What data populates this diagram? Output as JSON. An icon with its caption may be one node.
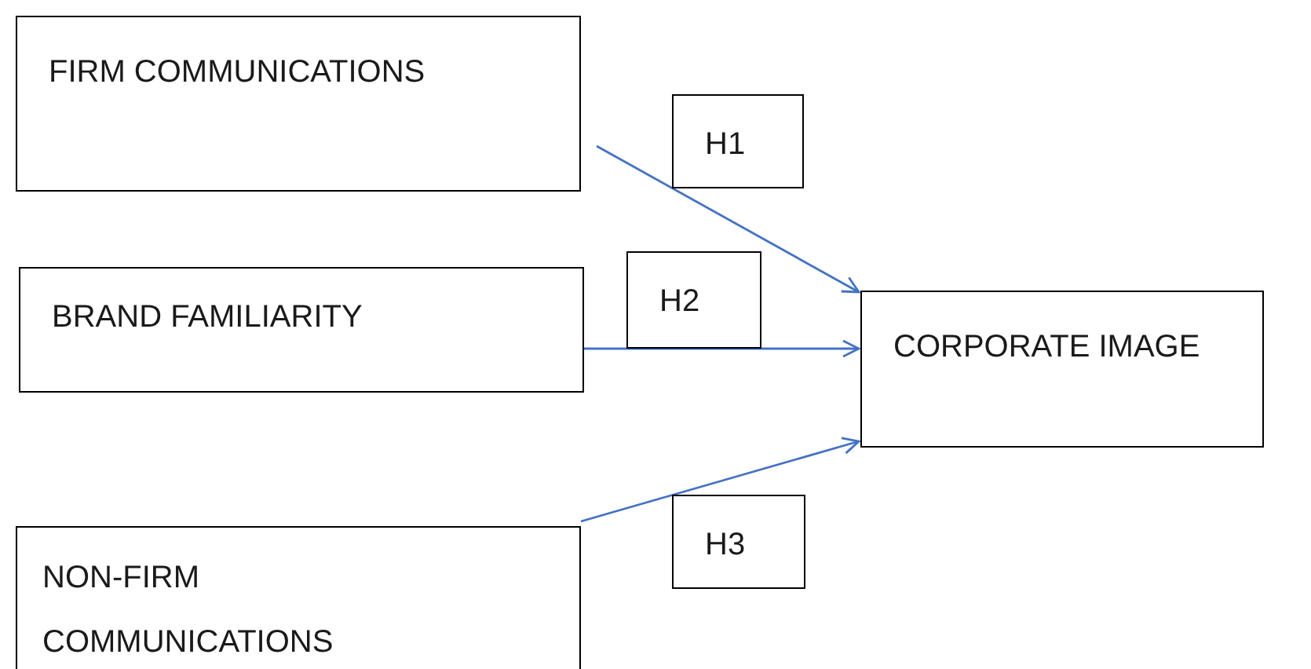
{
  "diagram": {
    "nodes": [
      {
        "text": [
          "FIRM COMMUNICATIONS"
        ]
      },
      {
        "text": [
          "BRAND FAMILIARITY"
        ]
      },
      {
        "text": [
          "NON-FIRM COMMUNICATIONS"
        ]
      },
      {
        "text": [
          "CORPORATE IMAGE"
        ]
      }
    ],
    "edges": [
      {
        "from": 0,
        "to": 3,
        "arrow": "to",
        "label": "H1"
      },
      {
        "from": 1,
        "to": 3,
        "arrow": "to",
        "label": "H2"
      },
      {
        "from": 2,
        "to": 3,
        "arrow": "to",
        "label": "H3"
      }
    ]
  }
}
